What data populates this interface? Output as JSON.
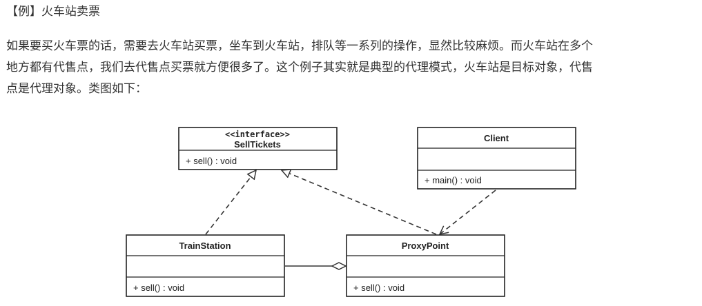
{
  "heading": "【例】火车站卖票",
  "paragraph": {
    "line1": "如果要买火车票的话，需要去火车站买票，坐车到火车站，排队等一系列的操作，显然比较麻烦。而火车站在多个",
    "line2": "地方都有代售点，我们去代售点买票就方便很多了。这个例子其实就是典型的代理模式，火车站是目标对象，代售",
    "line3": "点是代理对象。类图如下："
  },
  "diagram": {
    "sell_tickets": {
      "stereotype": "<<interface>>",
      "name": "SellTickets",
      "operation": "+ sell() : void"
    },
    "client": {
      "name": "Client",
      "operation": "+ main() : void"
    },
    "train_station": {
      "name": "TrainStation",
      "operation": "+ sell() : void"
    },
    "proxy_point": {
      "name": "ProxyPoint",
      "operation": "+ sell() : void"
    },
    "relations": [
      {
        "from": "TrainStation",
        "to": "SellTickets",
        "type": "realization"
      },
      {
        "from": "ProxyPoint",
        "to": "SellTickets",
        "type": "realization"
      },
      {
        "from": "Client",
        "to": "ProxyPoint",
        "type": "dependency"
      },
      {
        "from": "TrainStation",
        "to": "ProxyPoint",
        "type": "aggregation"
      }
    ]
  }
}
